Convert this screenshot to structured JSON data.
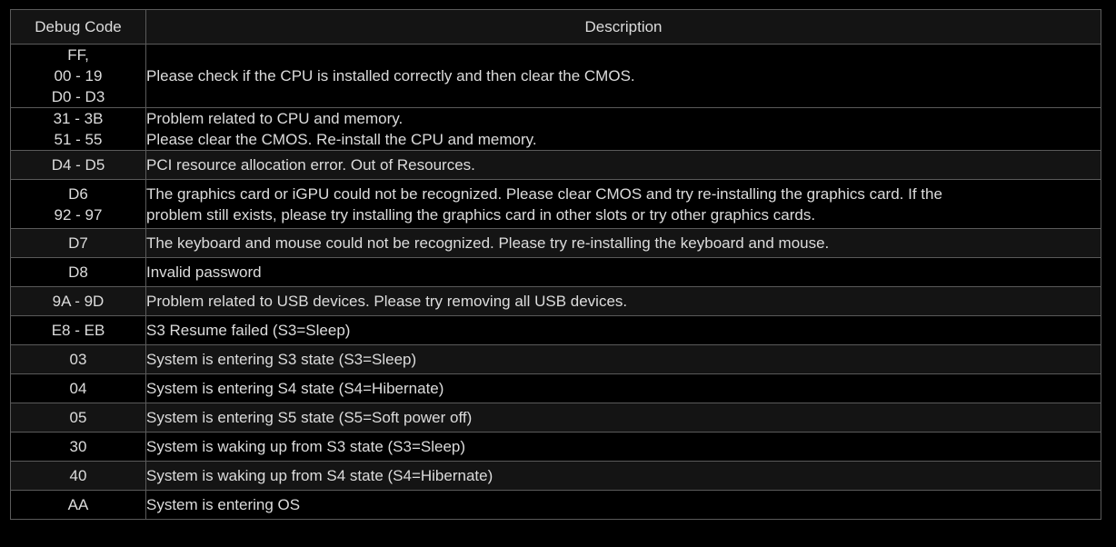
{
  "table": {
    "name": "bios-debug-code-table",
    "headers": {
      "code": "Debug Code",
      "description": "Description"
    },
    "colors": {
      "page_background": "#000000",
      "row_dark": "#000000",
      "row_light": "#141414",
      "border": "#5a5a5a",
      "text": "#dcdcdc"
    },
    "rows": [
      {
        "code": "FF,\n00 - 19\nD0 - D3",
        "description_lines": [
          "Please check if the CPU is installed correctly and then clear the CMOS."
        ],
        "shade": "dark"
      },
      {
        "code": "31 - 3B\n51 - 55",
        "description_lines": [
          "Problem related to CPU and memory.",
          "Please clear the CMOS. Re-install the CPU and memory."
        ],
        "shade": "dark"
      },
      {
        "code": "D4 - D5",
        "description_lines": [
          "PCI resource allocation error. Out of Resources."
        ],
        "shade": "light"
      },
      {
        "code": "D6\n92 - 97",
        "description_lines": [
          "The graphics card or iGPU could not be recognized. Please clear CMOS and try re-installing the graphics card. If the",
          "problem still exists, please try installing the graphics card in other slots or try other graphics cards."
        ],
        "shade": "dark"
      },
      {
        "code": "D7",
        "description_lines": [
          "The keyboard and mouse could not be recognized. Please try re-installing the keyboard and mouse."
        ],
        "shade": "light"
      },
      {
        "code": "D8",
        "description_lines": [
          "Invalid password"
        ],
        "shade": "dark"
      },
      {
        "code": "9A - 9D",
        "description_lines": [
          "Problem related to USB devices. Please try removing all USB devices."
        ],
        "shade": "light"
      },
      {
        "code": "E8 - EB",
        "description_lines": [
          "S3 Resume failed (S3=Sleep)"
        ],
        "shade": "dark"
      },
      {
        "code": "03",
        "description_lines": [
          "System is entering S3 state (S3=Sleep)"
        ],
        "shade": "light"
      },
      {
        "code": "04",
        "description_lines": [
          "System is entering S4 state (S4=Hibernate)"
        ],
        "shade": "dark"
      },
      {
        "code": "05",
        "description_lines": [
          "System is entering S5 state (S5=Soft power off)"
        ],
        "shade": "light"
      },
      {
        "code": "30",
        "description_lines": [
          "System is waking up from S3 state (S3=Sleep)"
        ],
        "shade": "dark"
      },
      {
        "code": "40",
        "description_lines": [
          "System is waking up from S4 state (S4=Hibernate)"
        ],
        "shade": "light"
      },
      {
        "code": "AA",
        "description_lines": [
          "System is entering OS"
        ],
        "shade": "dark"
      }
    ]
  }
}
